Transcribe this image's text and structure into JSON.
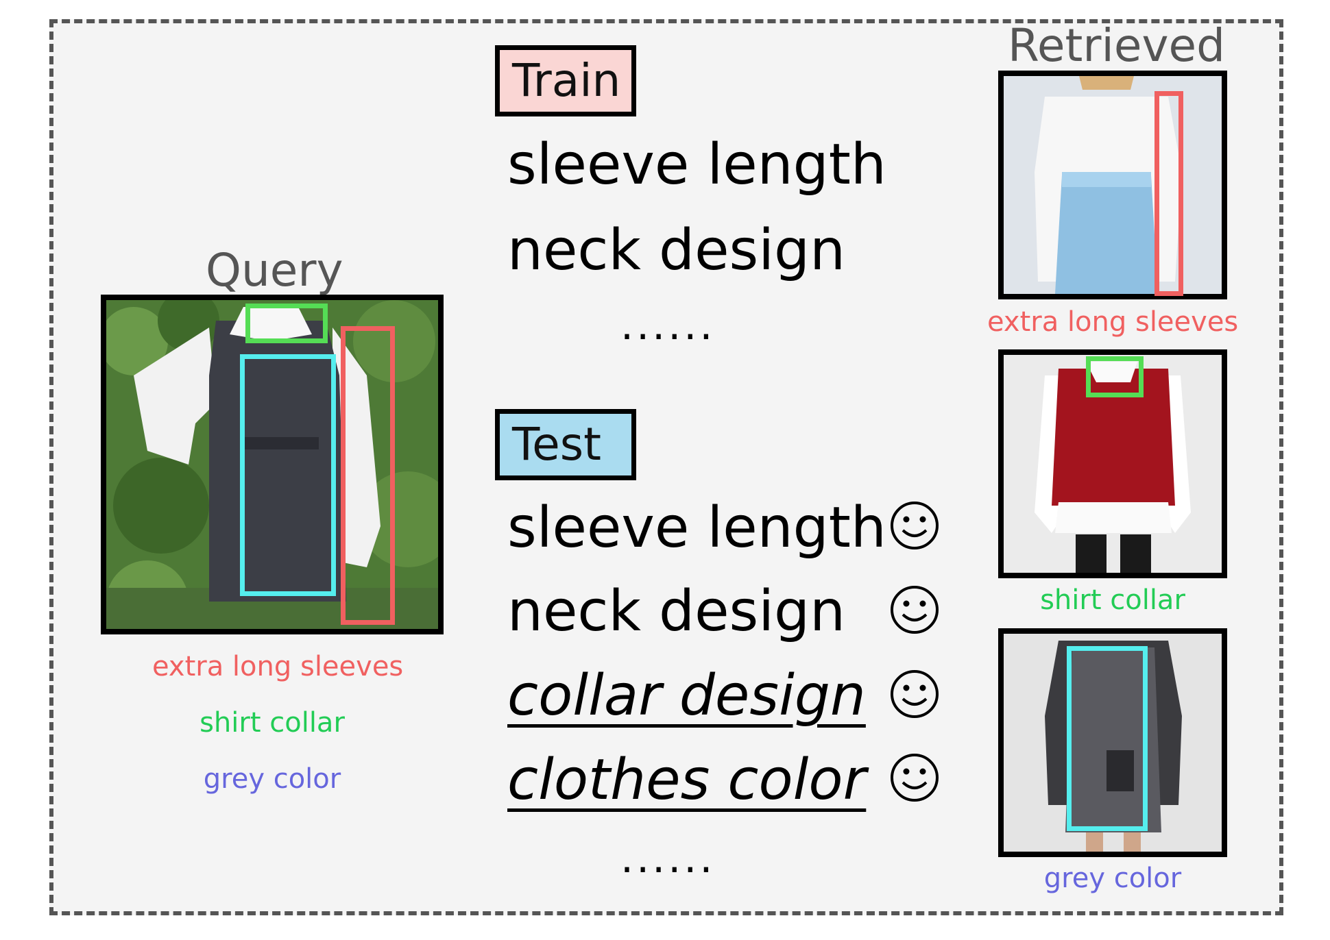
{
  "query": {
    "title": "Query",
    "captions": [
      {
        "text": "extra long sleeves",
        "color": "#f06060"
      },
      {
        "text": "shirt collar",
        "color": "#22cc55"
      },
      {
        "text": "grey color",
        "color": "#6666dd"
      }
    ],
    "box_colors": {
      "sleeve": "#f06060",
      "collar": "#55dd55",
      "color": "#55eeee"
    }
  },
  "train": {
    "label": "Train",
    "label_bg": "#fad6d4",
    "attributes": [
      "sleeve length",
      "neck design"
    ],
    "more": "......"
  },
  "test": {
    "label": "Test",
    "label_bg": "#aadcf0",
    "attributes": [
      {
        "text": "sleeve length",
        "unseen": false,
        "icon": "smiley-icon"
      },
      {
        "text": "neck design",
        "unseen": false,
        "icon": "smiley-icon"
      },
      {
        "text": "collar design",
        "unseen": true,
        "icon": "smiley-icon"
      },
      {
        "text": "clothes color",
        "unseen": true,
        "icon": "smiley-icon"
      }
    ],
    "more": "......"
  },
  "retrieved": {
    "title": "Retrieved",
    "items": [
      {
        "caption": "extra long sleeves",
        "color": "#f06060"
      },
      {
        "caption": "shirt collar",
        "color": "#22cc55"
      },
      {
        "caption": "grey color",
        "color": "#6666dd"
      }
    ]
  }
}
